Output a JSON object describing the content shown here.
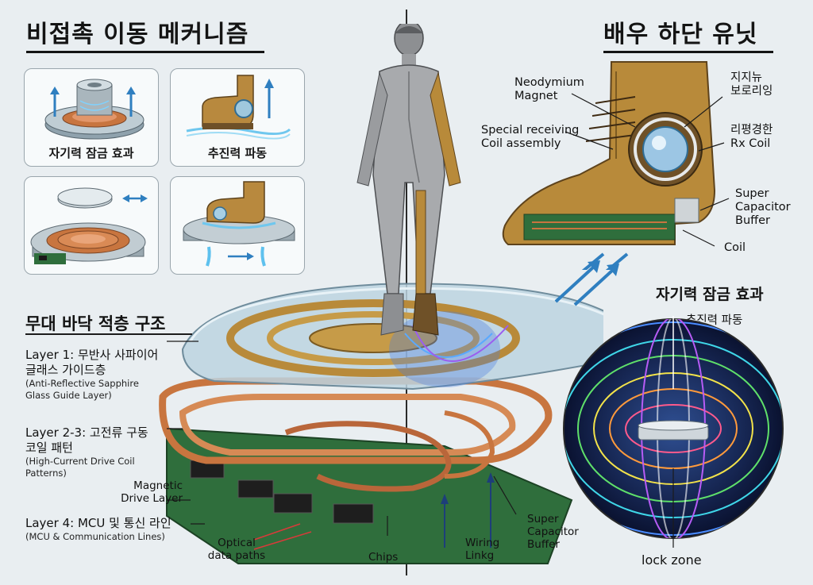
{
  "titles": {
    "left": "비접촉 이동 메커니즘",
    "right": "배우 하단 유닛"
  },
  "panels": [
    {
      "label": "자기력 잠금 효과"
    },
    {
      "label": "추진력 파동"
    },
    {
      "label": ""
    },
    {
      "label": ""
    }
  ],
  "floor": {
    "section_title": "무대 바닥 적층 구조",
    "layers": [
      {
        "title": "Layer 1: 무반사 사파이어",
        "title2": "글래스 가이드층",
        "sub1": "(Anti-Reflective Sapphire",
        "sub2": "Glass Guide Layer)"
      },
      {
        "title": "Layer 2-3: 고전류 구동",
        "title2": "코일 패턴",
        "sub1": "(High-Current Drive Coil",
        "sub2": "Patterns)"
      },
      {
        "title": "Layer 4: MCU 및 통신 라인",
        "title2": "",
        "sub1": "(MCU & Communication Lines)",
        "sub2": ""
      }
    ],
    "magnetic_drive": [
      "Magnetic",
      "Drive Layer"
    ],
    "optical": [
      "Optical",
      "data paths"
    ],
    "chips": "Chips",
    "wiring": [
      "Wiring",
      "Linkg"
    ],
    "super_cap_bottom": [
      "Super",
      "Capacitor",
      "Buffer"
    ]
  },
  "boot": {
    "neodymium": [
      "Neodymium",
      "Magnet"
    ],
    "receiving": [
      "Special receiving",
      "Coil assembly"
    ],
    "korean_bearing": [
      "지지뉴",
      "보로리잉"
    ],
    "rx_coil": [
      "리평경한",
      "Rx Coil"
    ],
    "super_cap": [
      "Super",
      "Capacitor",
      "Buffer"
    ],
    "coil": "Coil"
  },
  "field": {
    "title": "자기력 잠금 효과",
    "subtitle": "추진력 파동",
    "lock_zone": "lock zone"
  },
  "colors": {
    "background": "#e9eef1",
    "copper": "#c8753f",
    "gold": "#b88a3a",
    "pcb": "#2f6e3c",
    "glass": "#bcd3e0"
  }
}
